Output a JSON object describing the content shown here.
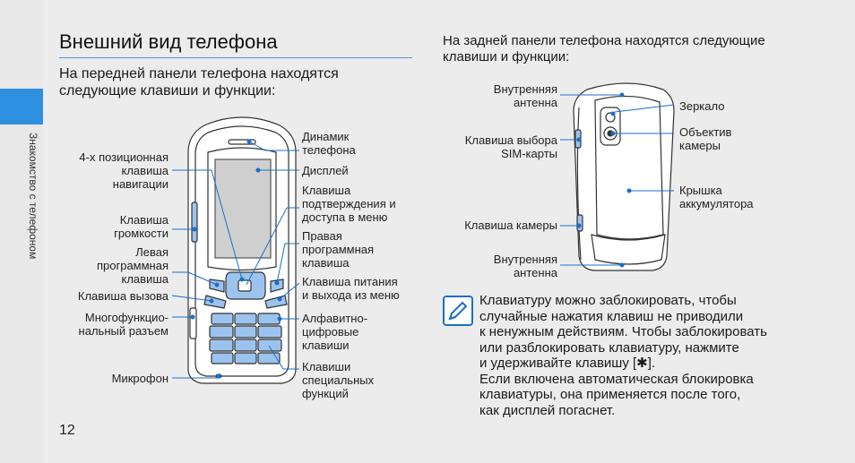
{
  "sidebar": {
    "label": "Знакомство с телефоном"
  },
  "page": {
    "number": "12",
    "title": "Внешний вид телефона"
  },
  "front": {
    "intro": "На передней панели телефона находятся следующие клавиши и функции:",
    "labels": {
      "nav_l1": "4-х позиционная",
      "nav_l2": "клавиша",
      "nav_l3": "навигации",
      "vol_l1": "Клавиша",
      "vol_l2": "громкости",
      "lsoft_l1": "Левая",
      "lsoft_l2": "программная",
      "lsoft_l3": "клавиша",
      "call": "Клавиша вызова",
      "mf_l1": "Многофункцио-",
      "mf_l2": "нальный разъем",
      "mic": "Микрофон",
      "spk_l1": "Динамик",
      "spk_l2": "телефона",
      "display": "Дисплей",
      "conf_l1": "Клавиша",
      "conf_l2": "подтверждения и",
      "conf_l3": "доступа в меню",
      "rsoft_l1": "Правая",
      "rsoft_l2": "программная",
      "rsoft_l3": "клавиша",
      "pwr_l1": "Клавиша питания",
      "pwr_l2": "и выхода из меню",
      "alnum_l1": "Алфавитно-",
      "alnum_l2": "цифровые",
      "alnum_l3": "клавиши",
      "spec_l1": "Клавиши",
      "spec_l2": "специальных",
      "spec_l3": "функций"
    }
  },
  "back": {
    "intro": "На задней панели телефона находятся следующие клавиши и функции:",
    "labels": {
      "ant_top_l1": "Внутренняя",
      "ant_top_l2": "антенна",
      "sim_l1": "Клавиша выбора",
      "sim_l2": "SIM-карты",
      "cam_key": "Клавиша камеры",
      "ant_bot_l1": "Внутренняя",
      "ant_bot_l2": "антенна",
      "mirror": "Зеркало",
      "lens_l1": "Объектив",
      "lens_l2": "камеры",
      "cover_l1": "Крышка",
      "cover_l2": "аккумулятора"
    }
  },
  "note": {
    "icon": "pencil-note-icon",
    "lines": [
      "Клавиатуру можно заблокировать, чтобы",
      "случайные нажатия клавиш не приводили",
      "к ненужным действиям. Чтобы заблокировать",
      "или разблокировать клавиатуру, нажмите",
      "и удерживайте клавишу [✱].",
      "Если включена автоматическая блокировка",
      "клавиатуры, она применяется после того,",
      "как дисплей погаснет."
    ]
  },
  "colors": {
    "accent": "#2f8fe0",
    "rule": "#5a8ec8",
    "key_highlight": "#9cc3ee"
  }
}
